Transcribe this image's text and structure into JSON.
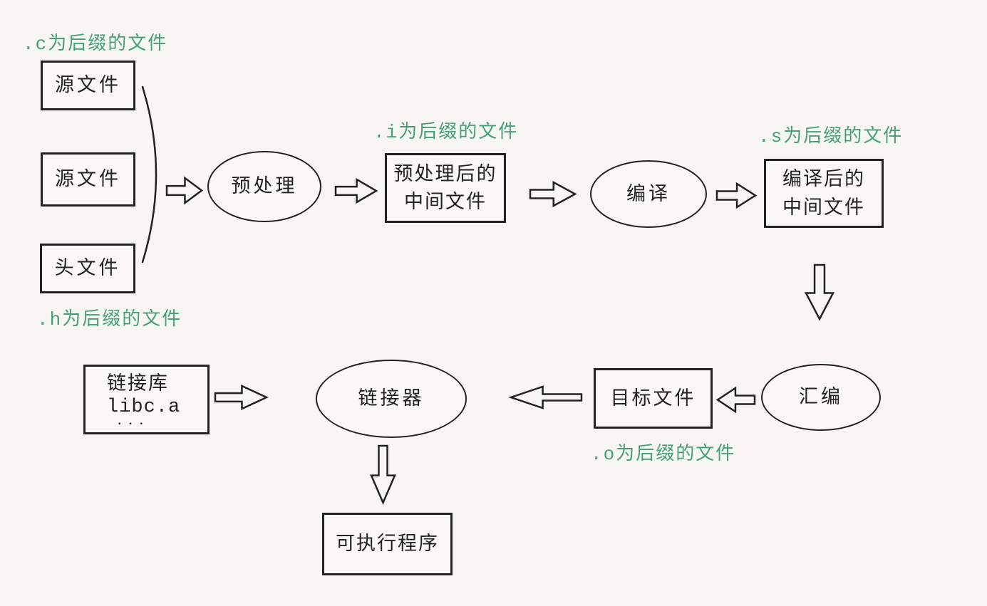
{
  "colors": {
    "background": "#f7f6f2",
    "ink": "#222222",
    "annotation_green": "#46a075"
  },
  "labels": {
    "c_suffix": ".c为后缀的文件",
    "h_suffix": ".h为后缀的文件",
    "i_suffix": ".i为后缀的文件",
    "s_suffix": ".s为后缀的文件",
    "o_suffix": ".o为后缀的文件"
  },
  "nodes": {
    "source1": {
      "label": "源文件"
    },
    "source2": {
      "label": "源文件"
    },
    "header": {
      "label": "头文件"
    },
    "preprocess": {
      "label": "预处理"
    },
    "preprocessed": {
      "line1": "预处理后的",
      "line2": "中间文件"
    },
    "compile": {
      "label": "编译"
    },
    "compiled": {
      "line1": "编译后的",
      "line2": "中间文件"
    },
    "assemble": {
      "label": "汇编"
    },
    "object": {
      "label": "目标文件"
    },
    "linker": {
      "label": "链接器"
    },
    "library": {
      "line1": "链接库",
      "line2": "libc.a",
      "line3": "···"
    },
    "executable": {
      "label": "可执行程序"
    }
  }
}
